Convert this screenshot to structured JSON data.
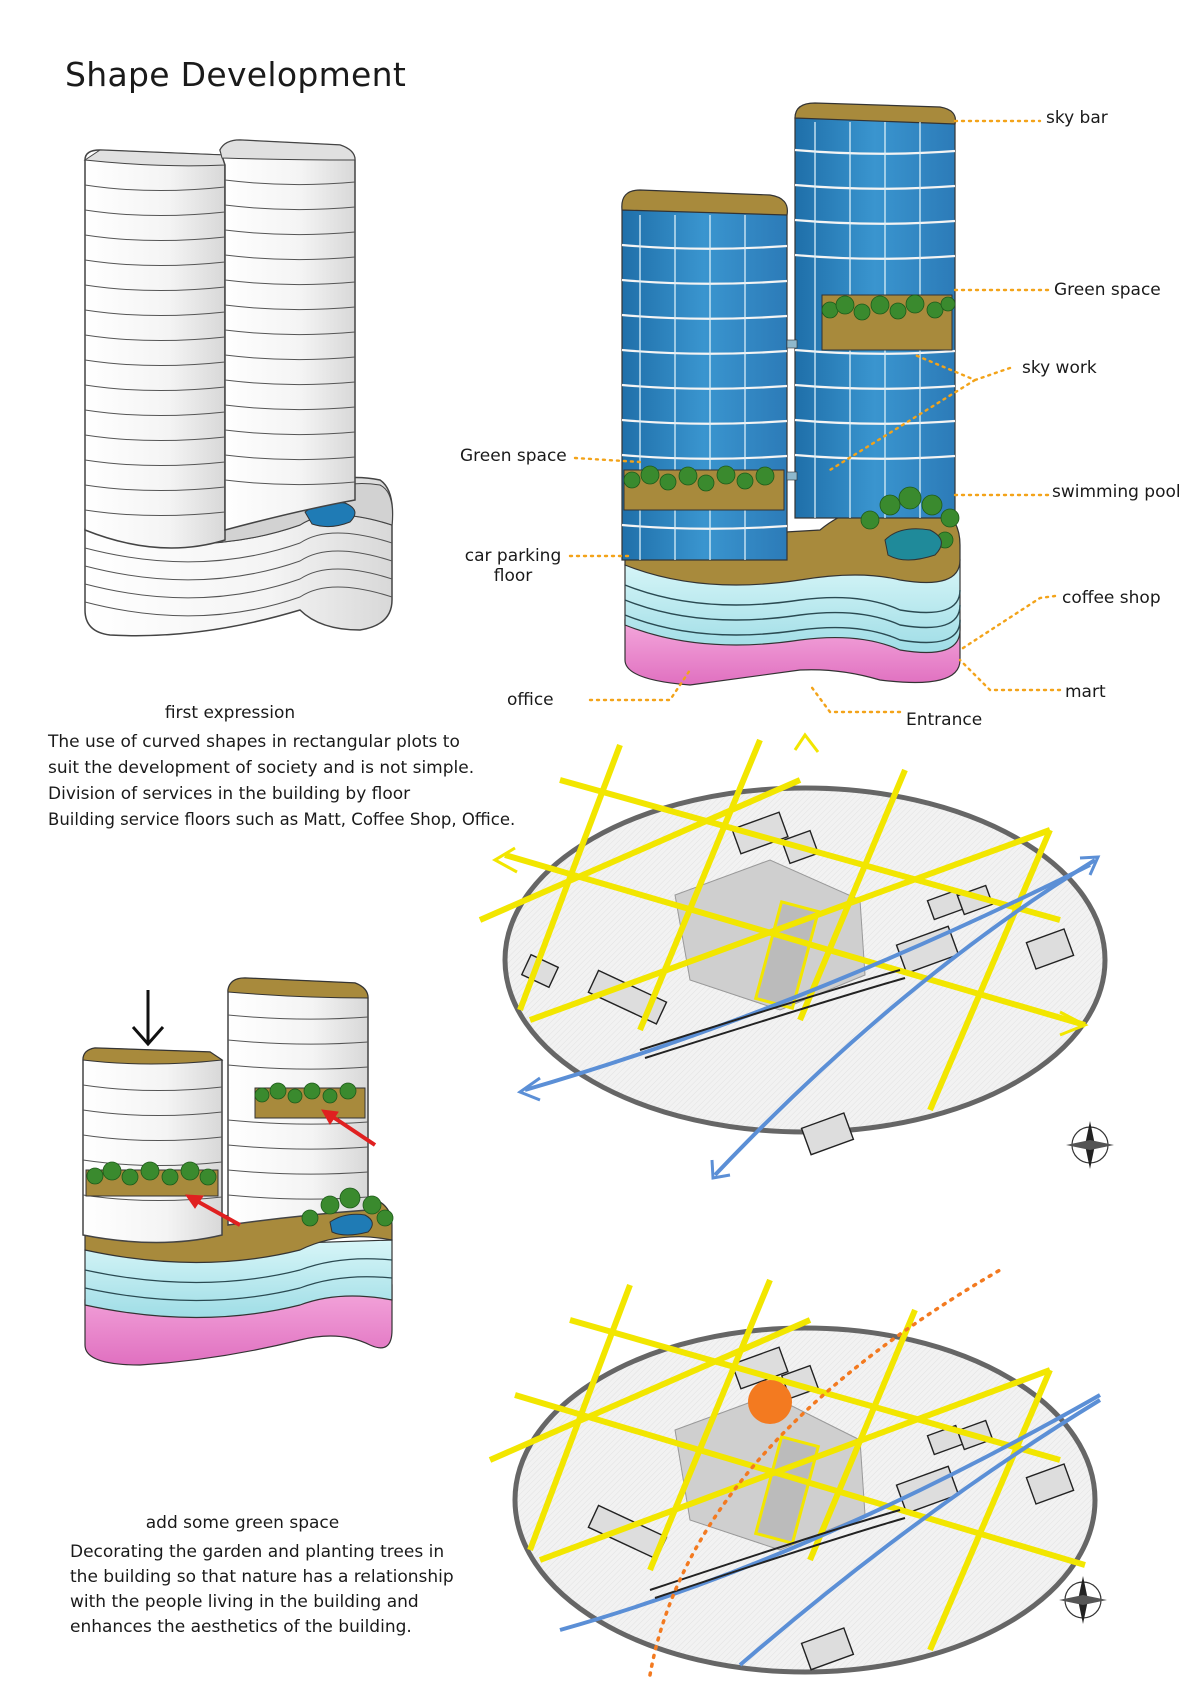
{
  "title": "Shape  Development",
  "section1": {
    "caption": "first expression",
    "text": [
      "The use of curved shapes in rectangular plots to",
      "suit the development of society and is not simple.",
      "Division of services in the building by floor",
      "Building service floors such as Matt, Coffee Shop, Office."
    ]
  },
  "section2": {
    "caption": "add some green space",
    "text": [
      "Decorating the garden and planting trees in",
      "the building so that nature has a relationship",
      "with the people living in the building and",
      "enhances the aesthetics of the building."
    ]
  },
  "labels": {
    "sky_bar": "sky bar",
    "green_space_right": "Green space",
    "sky_work": "sky work",
    "green_space_left": "Green space",
    "swimming_pool": "swimming pool",
    "car_parking_1": "car parking",
    "car_parking_2": "floor",
    "coffee_shop": "coffee shop",
    "mart": "mart",
    "office": "office",
    "entrance": "Entrance"
  },
  "icons": {
    "compass": "compass-rose-icon",
    "arrow": "down-arrow-icon"
  },
  "colors": {
    "glass_blue": "#2f86c0",
    "roof_gold": "#a88a3c",
    "cyan_band": "#a8e4ec",
    "pink_band": "#e07cc4",
    "road_yellow": "#f2e600",
    "flow_blue": "#5b8fd6",
    "sun_orange": "#f37a20",
    "leader_orange": "#f3a319"
  }
}
